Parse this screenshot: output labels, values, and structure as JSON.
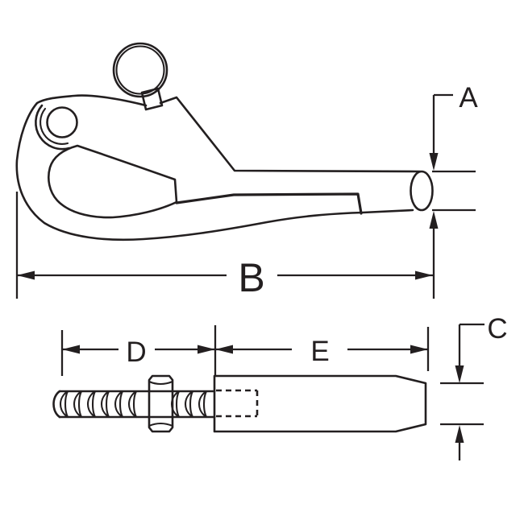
{
  "drawing": {
    "background": "#ffffff",
    "line_color": "#231f20",
    "views": {
      "top": "hook-side-view",
      "bottom": "stud-terminal-side-view"
    },
    "dimension_labels": {
      "A": "A",
      "B": "B",
      "C": "C",
      "D": "D",
      "E": "E"
    }
  }
}
